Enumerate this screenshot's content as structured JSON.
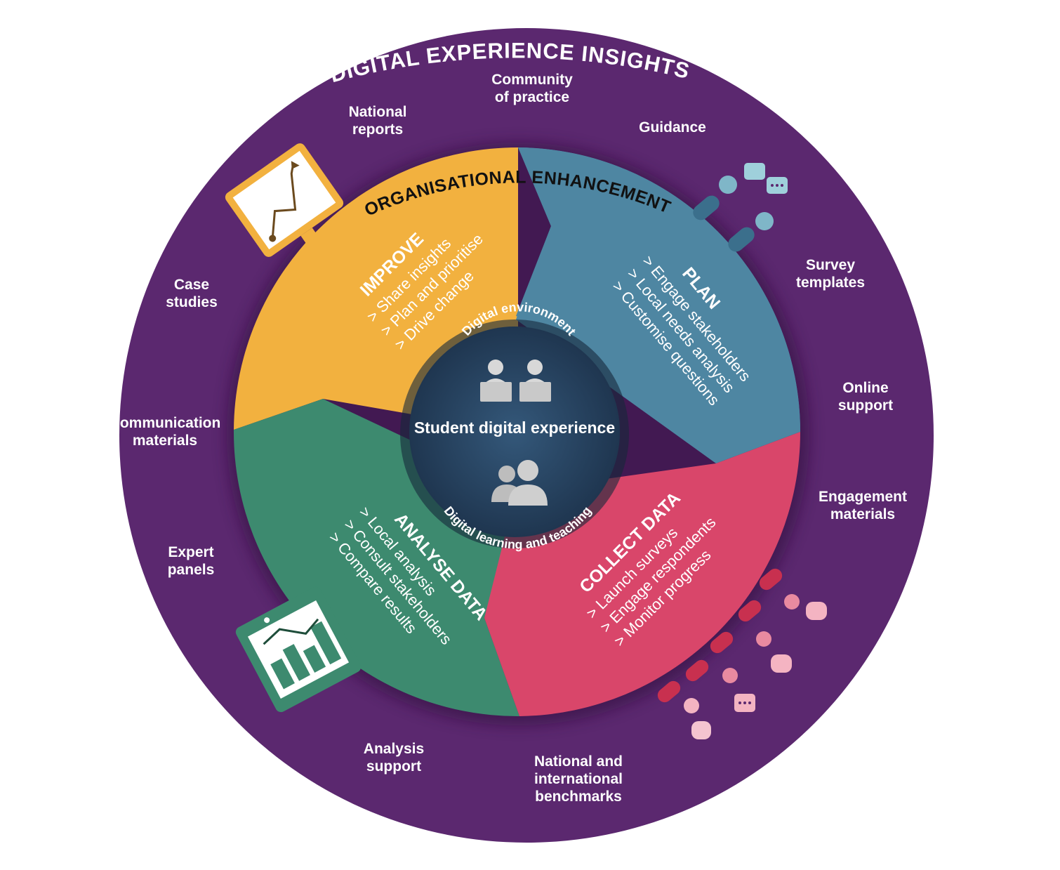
{
  "title": "DIGITAL EXPERIENCE INSIGHTS",
  "inner_ring_title": "ORGANISATIONAL ENHANCEMENT",
  "outer_labels": [
    {
      "id": "community",
      "lines": [
        "Community",
        "of practice"
      ]
    },
    {
      "id": "national-reports",
      "lines": [
        "National",
        "reports"
      ]
    },
    {
      "id": "guidance",
      "lines": [
        "Guidance"
      ]
    },
    {
      "id": "case-studies",
      "lines": [
        "Case",
        "studies"
      ]
    },
    {
      "id": "survey-templates",
      "lines": [
        "Survey",
        "templates"
      ]
    },
    {
      "id": "online-support",
      "lines": [
        "Online",
        "support"
      ]
    },
    {
      "id": "communication-materials",
      "lines": [
        "Communication",
        "materials"
      ]
    },
    {
      "id": "engagement-materials",
      "lines": [
        "Engagement",
        "materials"
      ]
    },
    {
      "id": "expert-panels",
      "lines": [
        "Expert",
        "panels"
      ]
    },
    {
      "id": "analysis-support",
      "lines": [
        "Analysis",
        "support"
      ]
    },
    {
      "id": "benchmarks",
      "lines": [
        "National and",
        "international",
        "benchmarks"
      ]
    }
  ],
  "segments": {
    "improve": {
      "title": "IMPROVE",
      "items": [
        "> Share insights",
        "> Plan and prioritise",
        "> Drive change"
      ]
    },
    "plan": {
      "title": "PLAN",
      "items": [
        "> Engage stakeholders",
        "> Local needs analysis",
        "> Customise questions"
      ]
    },
    "analyse": {
      "title": "ANALYSE DATA",
      "items": [
        "> Local analysis",
        "> Consult stakeholders",
        "> Compare results"
      ]
    },
    "collect": {
      "title": "COLLECT DATA",
      "items": [
        "> Launch surveys",
        "> Engage respondents",
        "> Monitor progress"
      ]
    }
  },
  "core": {
    "top_arc": "Digital environment",
    "center": "Student digital experience",
    "bottom_arc": "Digital learning and teaching"
  },
  "icons": {
    "improve_icon": "line-chart-monitor-icon",
    "analyse_icon": "bar-chart-tablet-icon",
    "plan_icon": "speech-bubbles-people-icon",
    "collect_icon": "speech-bubbles-people-icon",
    "core_top_icon": "students-with-laptops-icon",
    "core_bottom_icon": "teachers-icon"
  },
  "colors": {
    "outer_ring": "#5B286F",
    "improve": "#F2B13F",
    "plan": "#4E86A2",
    "analyse": "#3D8A6F",
    "collect": "#D9466A",
    "core": "#2C4A68"
  }
}
